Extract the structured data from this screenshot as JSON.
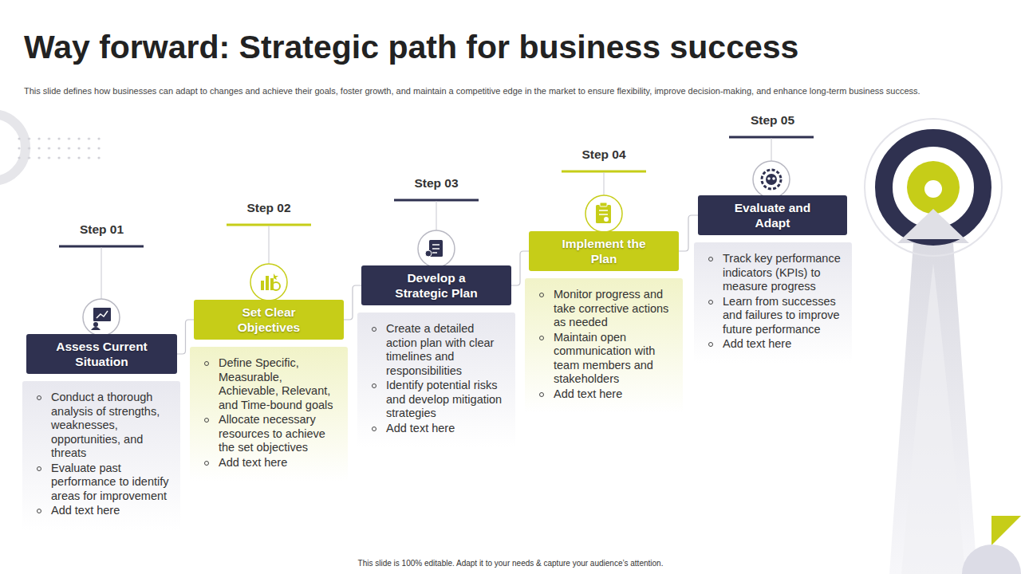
{
  "diagram": {
    "title": "Way forward: Strategic path for business success",
    "caption": "This slide defines how businesses can adapt to changes and achieve their goals, foster growth, and maintain a competitive edge in the market to ensure flexibility, improve decision-making, and enhance long-term business success.",
    "nodes": [
      {
        "text": [
          "Step 01",
          "Assess Current Situation"
        ]
      },
      {
        "text": [
          "Conduct a thorough analysis of strengths, weaknesses, opportunities, and threats",
          "Evaluate past performance to identify areas for improvement",
          "Add text here"
        ]
      },
      {
        "text": [
          "Step 02",
          "Set Clear Objectives"
        ]
      },
      {
        "text": [
          "Define Specific, Measurable, Achievable, Relevant, and Time-bound goals",
          "Allocate necessary resources to achieve the set objectives",
          "Add text here"
        ]
      },
      {
        "text": [
          "Step 03",
          "Develop a Strategic Plan"
        ]
      },
      {
        "text": [
          "Create a detailed action plan with clear timelines and responsibilities",
          "Identify potential risks and develop mitigation strategies",
          "Add text here"
        ]
      },
      {
        "text": [
          "Step 04",
          "Implement the Plan"
        ]
      },
      {
        "text": [
          "Monitor progress and take corrective actions as needed",
          "Maintain open communication with team members and stakeholders",
          "Add text here"
        ]
      },
      {
        "text": [
          "Step 05",
          "Evaluate and Adapt"
        ]
      },
      {
        "text": [
          "Track key performance indicators (KPIs) to measure progress",
          "Learn from successes and failures to improve future performance",
          "Add text here"
        ]
      }
    ],
    "edges": [
      {
        "from": 0,
        "to": 2,
        "arrow": "none"
      },
      {
        "from": 2,
        "to": 4,
        "arrow": "none"
      },
      {
        "from": 4,
        "to": 6,
        "arrow": "none"
      },
      {
        "from": 6,
        "to": 8,
        "arrow": "none"
      }
    ],
    "labels": [
      "This slide is 100% editable. Adapt it to your needs & capture your audience’s attention."
    ]
  }
}
